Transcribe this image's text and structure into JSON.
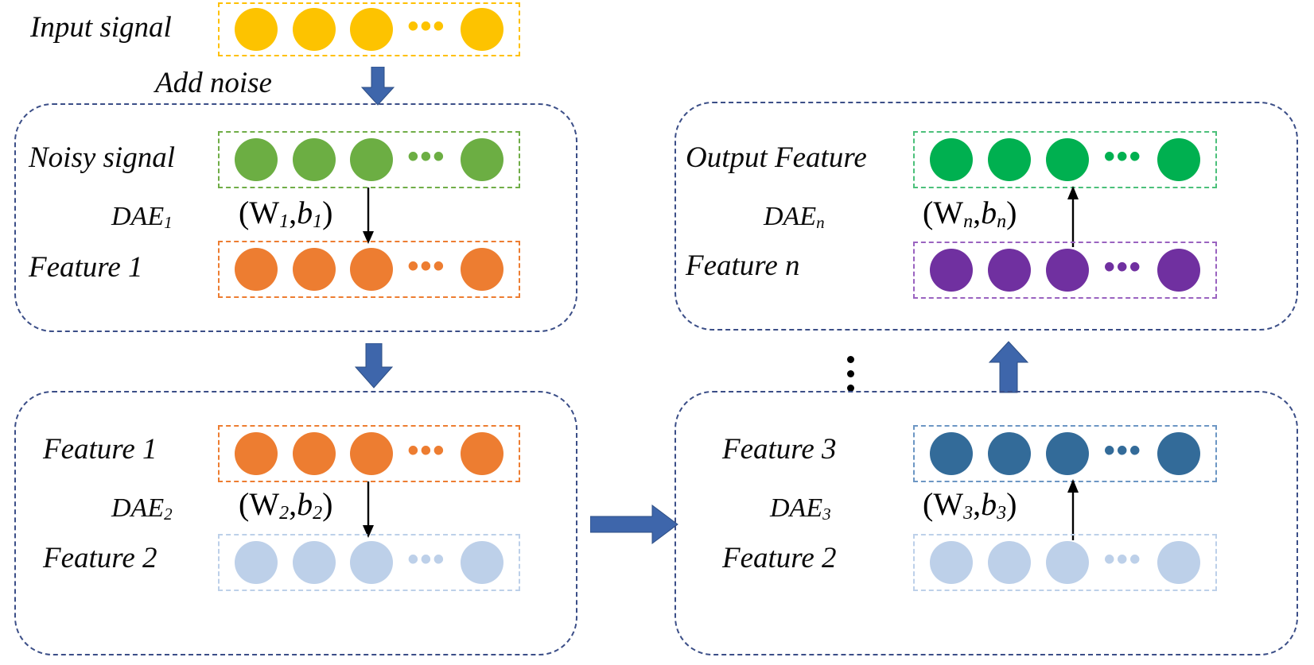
{
  "diagram": {
    "title": "Stacked Denoising Autoencoder (DAE) pretraining pipeline",
    "colors": {
      "node_input": "#FDC300",
      "node_noisy": "#6CAE43",
      "node_feature1": "#ED7D31",
      "node_feature2": "#BDD0E9",
      "node_feature3": "#336B99",
      "node_featuren": "#7030A0",
      "node_output": "#00B050",
      "container_border": "#3B4E87",
      "blue_arrow": "#3E66AB",
      "thin_arrow": "#000000"
    }
  },
  "input_row": {
    "label": "Input signal",
    "strip_border": "#FFC000",
    "node_color": "#FDC300",
    "node_count": 4,
    "ellipsis": "•••"
  },
  "add_noise": {
    "label": "Add noise",
    "arrow_direction": "down"
  },
  "dae1": {
    "name": "DAE",
    "subscript": "1",
    "rows": [
      {
        "label": "Noisy signal",
        "node_color": "#6CAE43",
        "strip_border": "#70AD47",
        "node_count": 4,
        "ellipsis": "•••"
      },
      {
        "label": "Feature 1",
        "node_color": "#ED7D31",
        "strip_border": "#ED7D31",
        "node_count": 4,
        "ellipsis": "•••"
      }
    ],
    "weights": {
      "open": "(",
      "w": "W",
      "wsub": "1",
      "comma": ",",
      "b": "b",
      "bsub": "1",
      "close": ")"
    },
    "arrow_direction": "down"
  },
  "dae2": {
    "name": "DAE",
    "subscript": "2",
    "rows": [
      {
        "label": "Feature 1",
        "node_color": "#ED7D31",
        "strip_border": "#ED7D31",
        "node_count": 4,
        "ellipsis": "•••"
      },
      {
        "label": "Feature 2",
        "node_color": "#BDD0E9",
        "strip_border": "#BDD0E9",
        "node_count": 4,
        "ellipsis": "•••"
      }
    ],
    "weights": {
      "open": "(",
      "w": "W",
      "wsub": "2",
      "comma": ",",
      "b": "b",
      "bsub": "2",
      "close": ")"
    },
    "arrow_direction": "down"
  },
  "dae3": {
    "name": "DAE",
    "subscript": "3",
    "rows": [
      {
        "label": "Feature 3",
        "node_color": "#336B99",
        "strip_border": "#6C96C4",
        "node_count": 4,
        "ellipsis": "•••"
      },
      {
        "label": "Feature 2",
        "node_color": "#BDD0E9",
        "strip_border": "#BDD0E9",
        "node_count": 4,
        "ellipsis": "•••"
      }
    ],
    "weights": {
      "open": "(",
      "w": "W",
      "wsub": "3",
      "comma": ",",
      "b": "b",
      "bsub": "3",
      "close": ")"
    },
    "arrow_direction": "up"
  },
  "daen": {
    "name": "DAE",
    "subscript": "n",
    "rows": [
      {
        "label": "Output Feature",
        "node_color": "#00B050",
        "strip_border": "#4BC07A",
        "node_count": 4,
        "ellipsis": "•••"
      },
      {
        "label": "Feature n",
        "node_color": "#7030A0",
        "strip_border": "#9A63C0",
        "node_count": 4,
        "ellipsis": "•••"
      }
    ],
    "weights": {
      "open": "(",
      "w": "W",
      "wsub": "n",
      "comma": ",",
      "b": "b",
      "bsub": "n",
      "close": ")"
    },
    "arrow_direction": "up"
  },
  "connectors": {
    "left_vertical": {
      "direction": "down"
    },
    "middle_horizontal": {
      "direction": "right"
    },
    "right_vertical": {
      "direction": "up"
    },
    "stack_ellipsis": "⋮"
  }
}
